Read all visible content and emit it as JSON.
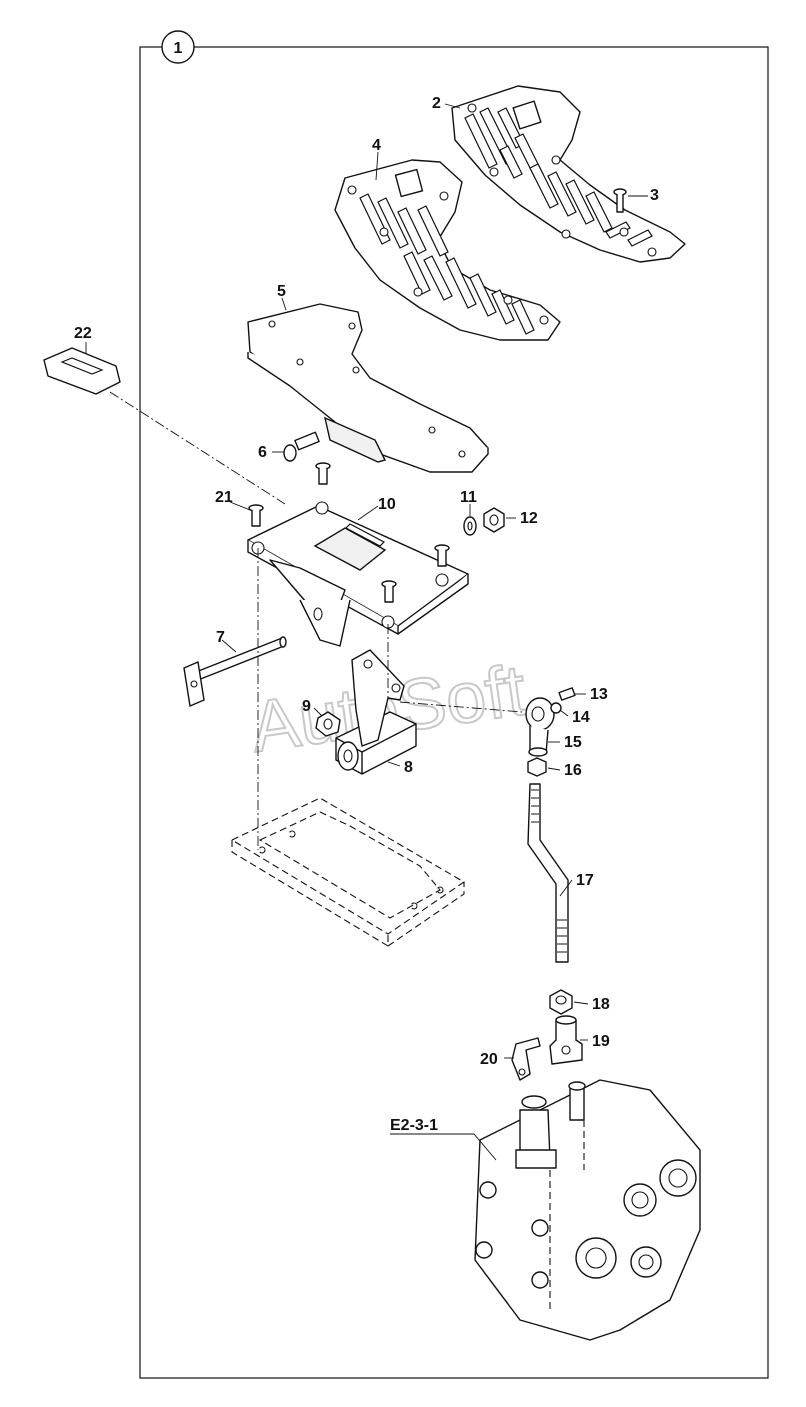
{
  "group_number": "1",
  "watermark": "AutoSoft",
  "reference_label": "E2-3-1",
  "callouts": {
    "p1": "2",
    "p2": "3",
    "p3": "4",
    "p4": "5",
    "p5": "6",
    "p6": "7",
    "p7": "8",
    "p8": "9",
    "p9": "10",
    "p10": "11",
    "p11": "12",
    "p12": "13",
    "p13": "14",
    "p14": "15",
    "p15": "16",
    "p16": "17",
    "p17": "18",
    "p18": "19",
    "p19": "20",
    "p20": "21",
    "p21": "22"
  }
}
